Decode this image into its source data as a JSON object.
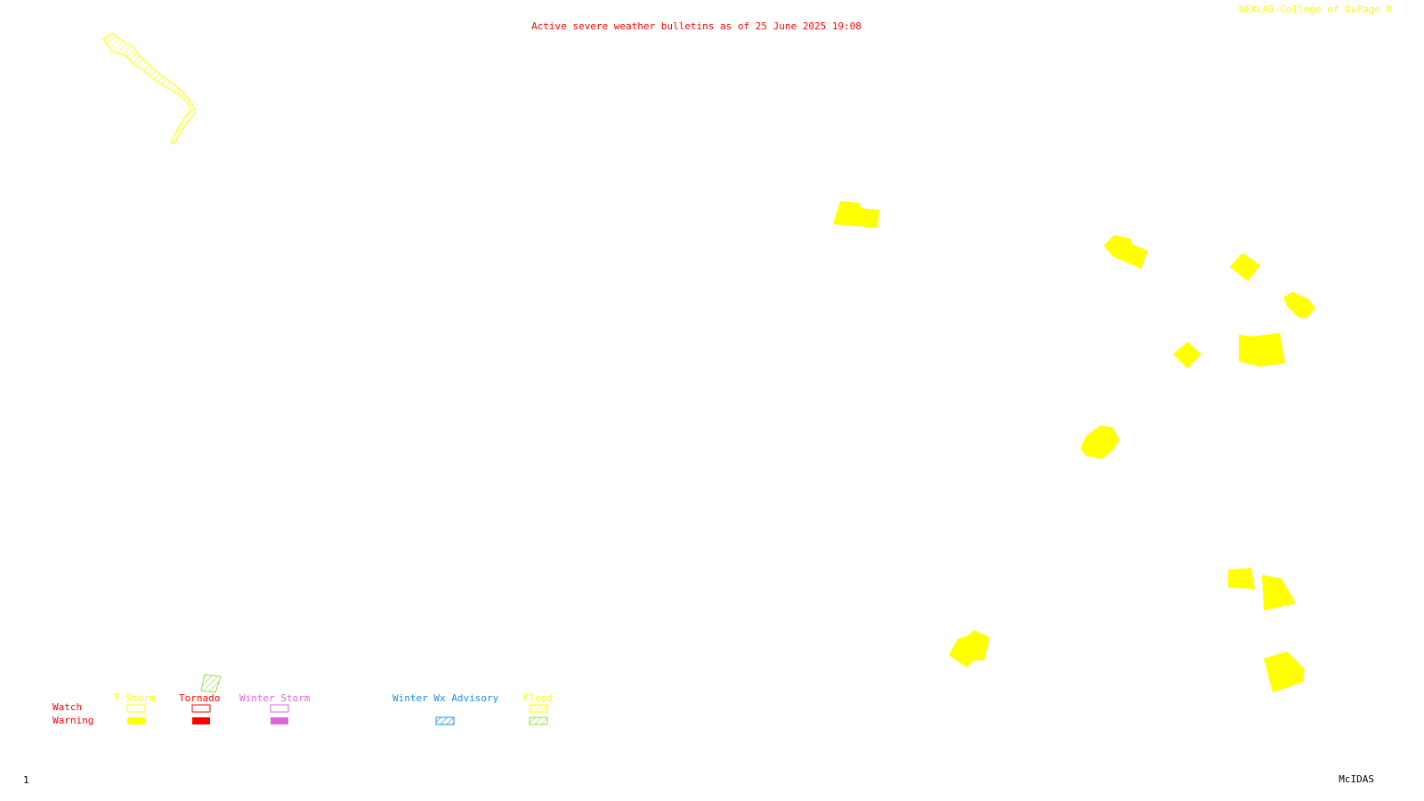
{
  "header": {
    "title": "Active severe weather bulletins as of 25 June 2025 19:08",
    "credit": "NEXLAB-College of DuPage R"
  },
  "colors": {
    "background": "#ffffff",
    "title": "#ff0000",
    "credit": "#ffff00",
    "tstorm": "#ffff00",
    "tornado": "#ff0000",
    "winter_storm": "#dd66dd",
    "winter_wx_advisory": "#1e90dd",
    "flood": "#99dd44"
  },
  "legend": {
    "row_labels": {
      "watch": "Watch",
      "warning": "Warning"
    },
    "columns": [
      {
        "id": "tstorm",
        "label": "T-Storm",
        "watch_style": "outline",
        "warning_style": "filled"
      },
      {
        "id": "tornado",
        "label": "Tornado",
        "watch_style": "outline",
        "warning_style": "filled"
      },
      {
        "id": "winter_storm",
        "label": "Winter Storm",
        "watch_style": "outline",
        "warning_style": "filled"
      },
      {
        "id": "winter_wx_advisory",
        "label": "Winter Wx Advisory",
        "watch_style": "none",
        "warning_style": "hatched"
      },
      {
        "id": "flood",
        "label": "Flood",
        "watch_style": "hatched",
        "warning_style": "hatched"
      }
    ]
  },
  "alerts": [
    {
      "type": "flood",
      "category": "watch",
      "count": 1
    },
    {
      "type": "flood",
      "category": "warning",
      "count": 1
    },
    {
      "type": "tstorm",
      "category": "warning",
      "count": 13
    }
  ],
  "footer": {
    "left": "1",
    "right": "McIDAS"
  }
}
